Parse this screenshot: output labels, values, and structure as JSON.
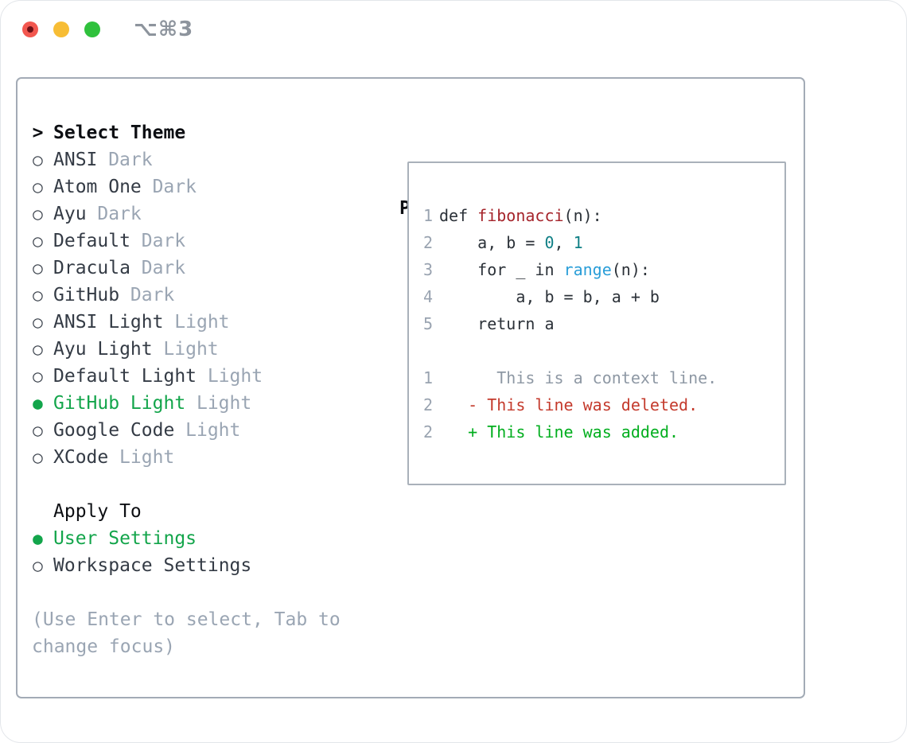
{
  "titlebar": {
    "shortcut": "⌥⌘3",
    "traffic_lights": [
      "close",
      "minimize",
      "zoom"
    ]
  },
  "colors": {
    "selected_green": "#13a54b",
    "added_green": "#01ae1e",
    "deleted_red": "#c43a2c",
    "function_red": "#a5242b",
    "number_teal": "#0f7f85",
    "builtin_blue": "#2a9ed8",
    "muted_gray": "#9aa5b3"
  },
  "theme_panel": {
    "header_marker": ">",
    "header": "Select Theme",
    "unselected_marker": "○",
    "selected_marker": "●",
    "items": [
      {
        "marker": "○",
        "name": "ANSI",
        "variant": "Dark",
        "state": "default"
      },
      {
        "marker": "○",
        "name": "Atom One",
        "variant": "Dark",
        "state": "default"
      },
      {
        "marker": "○",
        "name": "Ayu",
        "variant": "Dark",
        "state": "default"
      },
      {
        "marker": "○",
        "name": "Default",
        "variant": "Dark",
        "state": "default"
      },
      {
        "marker": "○",
        "name": "Dracula",
        "variant": "Dark",
        "state": "default"
      },
      {
        "marker": "○",
        "name": "GitHub",
        "variant": "Dark",
        "state": "default"
      },
      {
        "marker": "○",
        "name": "ANSI Light",
        "variant": "Light",
        "state": "default"
      },
      {
        "marker": "○",
        "name": "Ayu Light",
        "variant": "Light",
        "state": "default"
      },
      {
        "marker": "○",
        "name": "Default Light",
        "variant": "Light",
        "state": "default"
      },
      {
        "marker": "●",
        "name": "GitHub Light",
        "variant": "Light",
        "state": "selected"
      },
      {
        "marker": "○",
        "name": "Google Code",
        "variant": "Light",
        "state": "default"
      },
      {
        "marker": "○",
        "name": "XCode",
        "variant": "Light",
        "state": "default"
      }
    ],
    "apply_to": {
      "header": "Apply To",
      "options": [
        {
          "marker": "●",
          "label": "User Settings",
          "state": "selected"
        },
        {
          "marker": "○",
          "label": "Workspace Settings",
          "state": "default"
        }
      ]
    },
    "hint_lines": [
      "(Use Enter to select, Tab to",
      "change focus)"
    ]
  },
  "preview": {
    "header": "Preview",
    "code_lines": [
      {
        "num": "1",
        "segments": [
          {
            "t": "def ",
            "c": "code"
          },
          {
            "t": "fibonacci",
            "c": "func"
          },
          {
            "t": "(n):",
            "c": "code"
          }
        ]
      },
      {
        "num": "2",
        "segments": [
          {
            "t": "    a, b = ",
            "c": "code"
          },
          {
            "t": "0",
            "c": "num"
          },
          {
            "t": ", ",
            "c": "code"
          },
          {
            "t": "1",
            "c": "num"
          }
        ]
      },
      {
        "num": "3",
        "segments": [
          {
            "t": "    for _ in ",
            "c": "code"
          },
          {
            "t": "range",
            "c": "builtin"
          },
          {
            "t": "(n):",
            "c": "code"
          }
        ]
      },
      {
        "num": "4",
        "segments": [
          {
            "t": "        a, b = b, a + b",
            "c": "code"
          }
        ]
      },
      {
        "num": "5",
        "segments": [
          {
            "t": "    return a",
            "c": "code"
          }
        ]
      }
    ],
    "diff_lines": [
      {
        "num": "1",
        "segments": [
          {
            "t": "      This is a context line.",
            "c": "context"
          }
        ]
      },
      {
        "num": "2",
        "segments": [
          {
            "t": "   - This line was deleted.",
            "c": "deleted"
          }
        ]
      },
      {
        "num": "2",
        "segments": [
          {
            "t": "   + This line was added.",
            "c": "added"
          }
        ]
      }
    ]
  }
}
